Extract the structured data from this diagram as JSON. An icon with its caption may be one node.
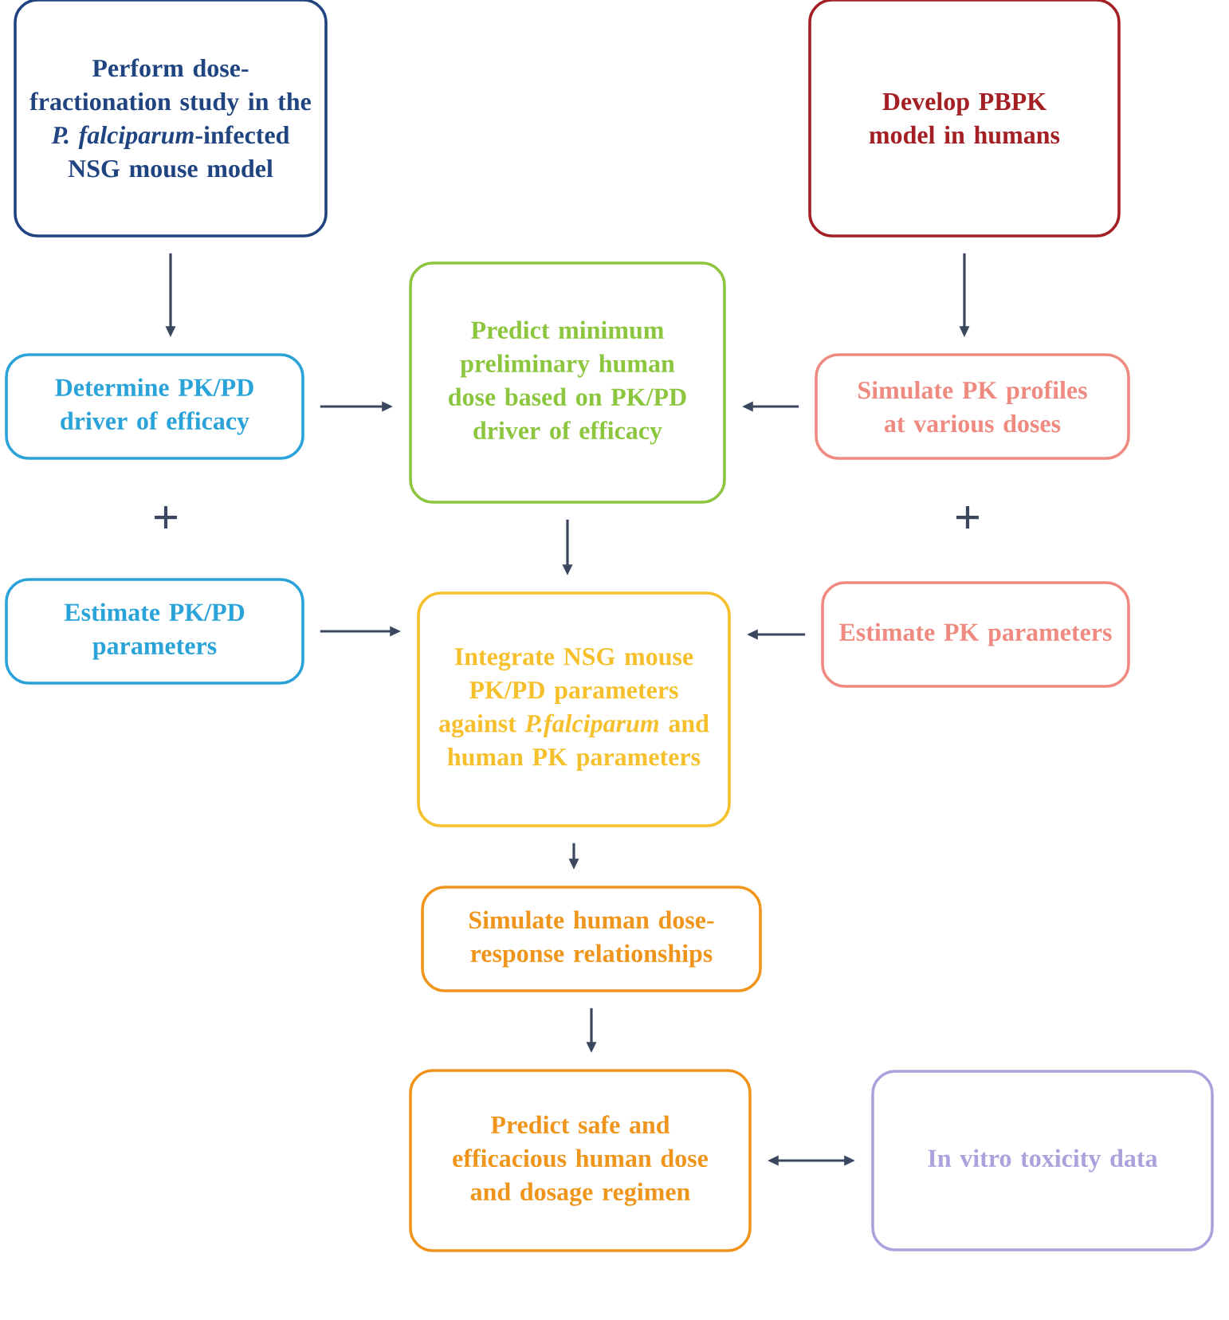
{
  "diagram": {
    "nodes": [
      {
        "text": [
          "Perform dose-fractionation study in the *P. falciparum*-infected NSG mouse model"
        ]
      },
      {
        "text": [
          "Develop PBPK model in humans"
        ]
      },
      {
        "text": [
          "Determine PK/PD driver of efficacy"
        ]
      },
      {
        "text": [
          "Predict minimum preliminary human dose based on PK/PD driver of efficacy"
        ]
      },
      {
        "text": [
          "Simulate PK profiles at various doses"
        ]
      },
      {
        "text": [
          "Estimate PK/PD parameters"
        ]
      },
      {
        "text": [
          "Integrate NSG mouse PK/PD parameters against *P.falciparum* and human PK parameters"
        ]
      },
      {
        "text": [
          "Estimate PK parameters"
        ]
      },
      {
        "text": [
          "Simulate human dose-response relationships"
        ]
      },
      {
        "text": [
          "Predict safe and efficacious human dose and dosage regimen"
        ]
      },
      {
        "text": [
          "In vitro toxicity data"
        ]
      }
    ],
    "edges": [
      {
        "from": 0,
        "to": 2,
        "arrow": "to"
      },
      {
        "from": 1,
        "to": 4,
        "arrow": "to"
      },
      {
        "from": 2,
        "to": 3,
        "arrow": "to"
      },
      {
        "from": 4,
        "to": 3,
        "arrow": "to"
      },
      {
        "from": 3,
        "to": 6,
        "arrow": "to"
      },
      {
        "from": 5,
        "to": 6,
        "arrow": "to"
      },
      {
        "from": 7,
        "to": 6,
        "arrow": "to"
      },
      {
        "from": 6,
        "to": 8,
        "arrow": "to"
      },
      {
        "from": 8,
        "to": 9,
        "arrow": "to"
      },
      {
        "from": 9,
        "to": 10,
        "arrow": "both"
      }
    ],
    "labels": [
      "+",
      "+"
    ]
  }
}
